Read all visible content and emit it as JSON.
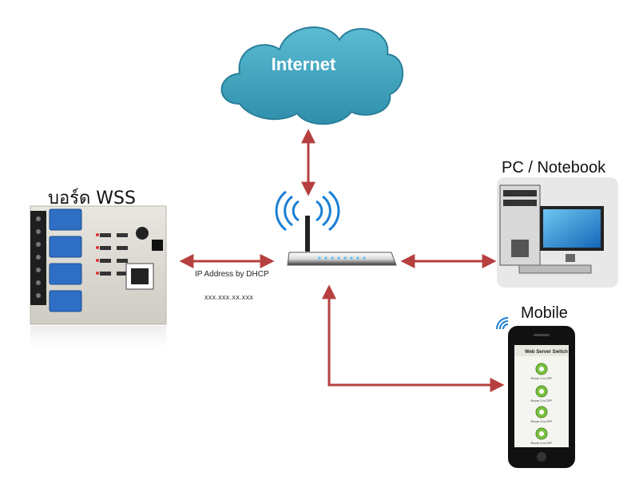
{
  "cloud": {
    "label": "Internet",
    "color": "#3fa3bd"
  },
  "board": {
    "title": "บอร์ด WSS"
  },
  "connection": {
    "dhcp_label": "IP Address by DHCP",
    "ip_label": "xxx.xxx.xx.xxx"
  },
  "pc": {
    "title": "PC / Notebook"
  },
  "mobile": {
    "title": "Mobile",
    "screen_title": "Web Server Switch",
    "rooms": [
      "Room 1 is OFF",
      "Room 2 is OFF",
      "Room 3 is OFF",
      "Room 4 is OFF"
    ]
  },
  "colors": {
    "arrow": "#b5403f",
    "wifi": "#1a7fd4",
    "switch_green": "#7bc142"
  }
}
